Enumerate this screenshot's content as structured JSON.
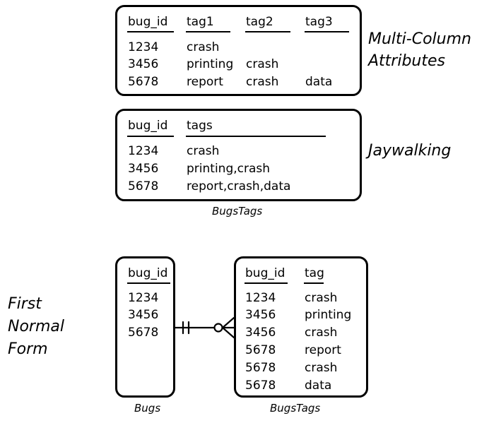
{
  "multi_column": {
    "side_label_lines": [
      "Multi-Column",
      "Attributes"
    ],
    "headers": [
      "bug_id",
      "tag1",
      "tag2",
      "tag3"
    ],
    "rows": [
      [
        "1234",
        "crash",
        "",
        ""
      ],
      [
        "3456",
        "printing",
        "crash",
        ""
      ],
      [
        "5678",
        "report",
        "crash",
        "data"
      ]
    ]
  },
  "jaywalking": {
    "side_label": "Jaywalking",
    "caption": "BugsTags",
    "headers": [
      "bug_id",
      "tags"
    ],
    "rows": [
      [
        "1234",
        "crash"
      ],
      [
        "3456",
        "printing,crash"
      ],
      [
        "5678",
        "report,crash,data"
      ]
    ]
  },
  "first_normal_form": {
    "side_label_lines": [
      "First",
      "Normal",
      "Form"
    ],
    "bugs": {
      "caption": "Bugs",
      "header": "bug_id",
      "rows": [
        "1234",
        "3456",
        "5678"
      ]
    },
    "bugs_tags": {
      "caption": "BugsTags",
      "headers": [
        "bug_id",
        "tag"
      ],
      "rows": [
        [
          "1234",
          "crash"
        ],
        [
          "3456",
          "printing"
        ],
        [
          "3456",
          "crash"
        ],
        [
          "5678",
          "report"
        ],
        [
          "5678",
          "crash"
        ],
        [
          "5678",
          "data"
        ]
      ]
    },
    "relationship": "one-to-many"
  }
}
